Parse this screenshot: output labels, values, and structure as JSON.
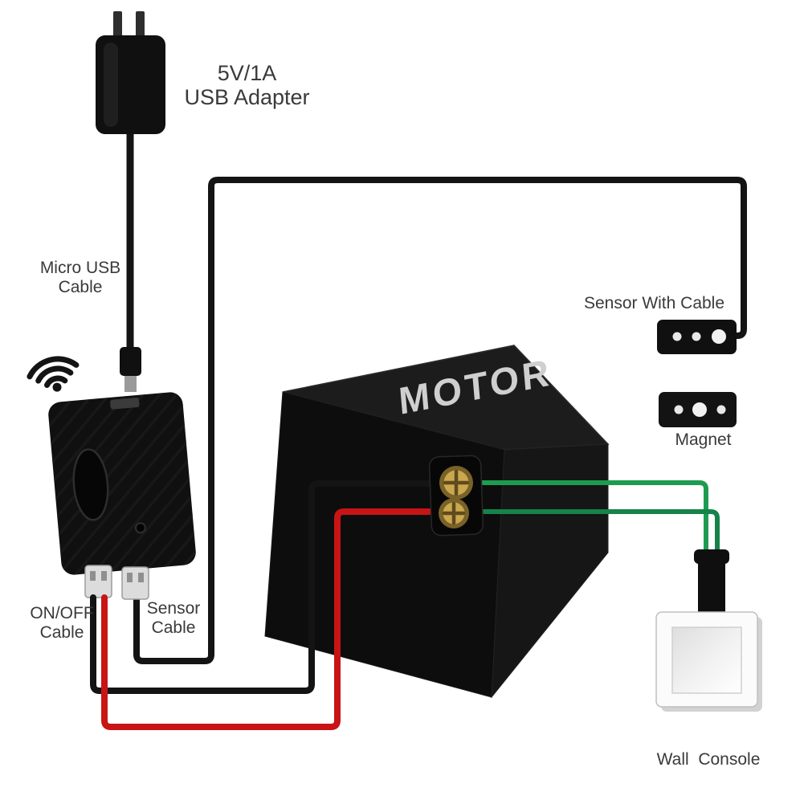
{
  "labels": {
    "adapter": {
      "line1": "5V/1A",
      "line2": "USB Adapter"
    },
    "micro_usb": {
      "line1": "Micro USB",
      "line2": "Cable"
    },
    "sensor_with_cable": "Sensor With Cable",
    "magnet": "Magnet",
    "on_off": {
      "line1": "ON/OFF",
      "line2": "Cable"
    },
    "sensor_cable": {
      "line1": "Sensor",
      "line2": "Cable"
    },
    "wall_console": "Wall  Console",
    "motor": "MOTOR"
  },
  "colors": {
    "background": "#ffffff",
    "wire_black": "#141414",
    "wire_red": "#c81414",
    "wire_green_top": "#1e9b50",
    "wire_green_bottom": "#15834a",
    "device_black": "#101010",
    "terminal_gold": "#c9a84e",
    "terminal_rim": "#7a6128",
    "label_text": "#3a3a3a",
    "motor_text_color": "#cfcfcf"
  },
  "icons": {
    "wifi_signal": "wifi-icon"
  }
}
